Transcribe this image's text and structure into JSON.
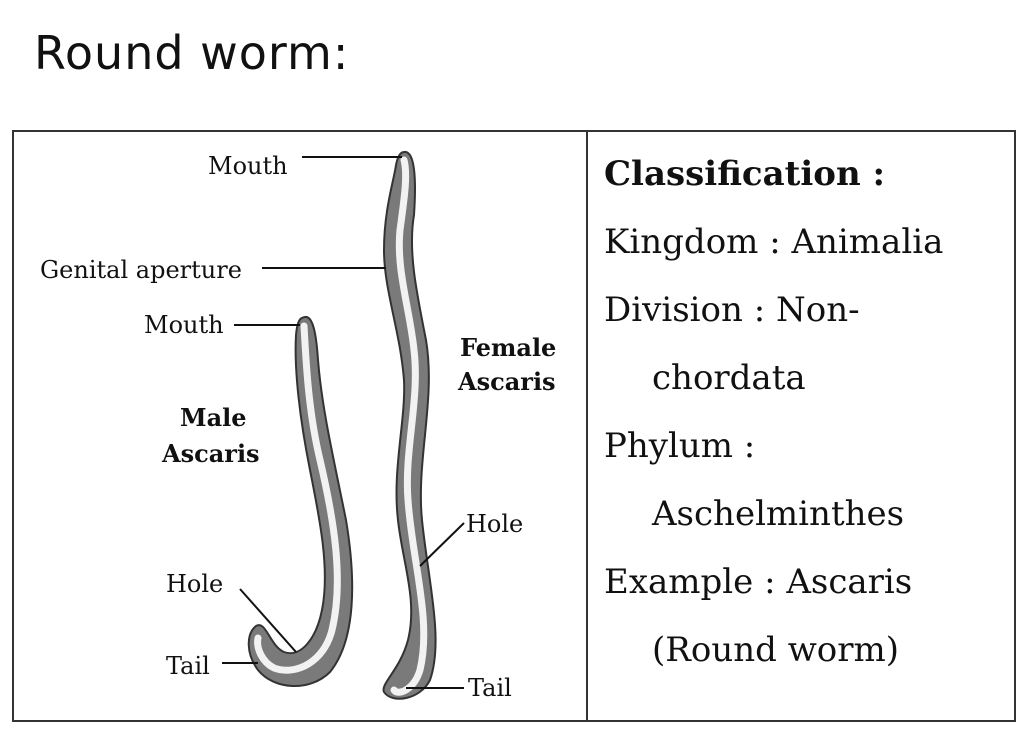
{
  "title": "Round worm:",
  "diagram": {
    "labels": {
      "mouth_female": "Mouth",
      "genital_aperture": "Genital aperture",
      "mouth_male": "Mouth",
      "male_line1": "Male",
      "male_line2": "Ascaris",
      "female_line1": "Female",
      "female_line2": "Ascaris",
      "hole_female": "Hole",
      "hole_male": "Hole",
      "tail_male": "Tail",
      "tail_female": "Tail"
    }
  },
  "classification": {
    "heading": "Classification :",
    "kingdom": "Kingdom : Animalia",
    "division_1": "Division : Non-",
    "division_2": "chordata",
    "phylum_1": "Phylum :",
    "phylum_2": "Aschelminthes",
    "example_1": "Example : Ascaris",
    "example_2": "(Round worm)"
  },
  "colors": {
    "worm_body": "#7a7a7a",
    "worm_highlight": "#f2f2f2",
    "outline": "#333333"
  }
}
